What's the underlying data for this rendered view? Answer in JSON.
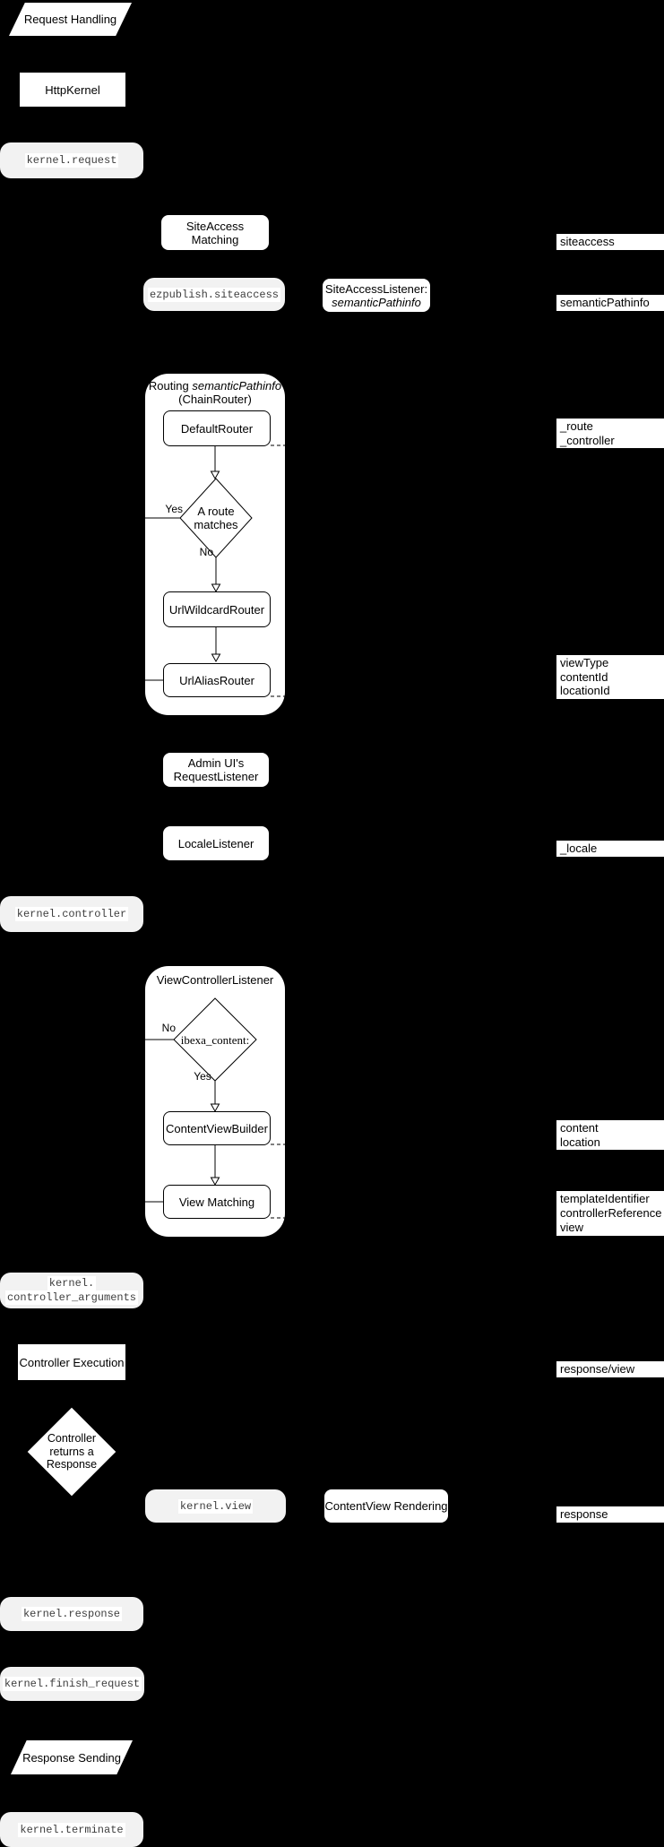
{
  "colors": {
    "background": "#000000",
    "shape_fill": "#ffffff",
    "event_fill": "#f2f2f2",
    "stroke": "#000000"
  },
  "flow": {
    "request_handling": "Request Handling",
    "http_kernel": "HttpKernel",
    "kernel_request": "kernel.request",
    "siteaccess_matching": "SiteAccess Matching",
    "ezpublish_siteaccess": "ezpublish.siteaccess",
    "siteaccess_listener": {
      "line1": "SiteAccessListener:",
      "line2": "semanticPathinfo"
    },
    "routing": {
      "title_text": "Routing",
      "title_italic": "semanticPathinfo",
      "subtitle": "(ChainRouter)",
      "default_router": "DefaultRouter",
      "decision": {
        "line1": "A route",
        "line2": "matches",
        "yes": "Yes",
        "no": "No"
      },
      "url_wildcard_router": "UrlWildcardRouter",
      "url_alias_router": "UrlAliasRouter"
    },
    "admin_request_listener": {
      "line1": "Admin UI's",
      "line2": "RequestListener"
    },
    "locale_listener": "LocaleListener",
    "kernel_controller": "kernel.controller",
    "view_controller_listener": {
      "title": "ViewControllerListener",
      "decision": {
        "label": "ibexa_content:",
        "yes": "Yes",
        "no": "No"
      },
      "content_view_builder": "ContentViewBuilder",
      "view_matching": "View Matching"
    },
    "kernel_controller_arguments": {
      "line1": "kernel.",
      "line2": "controller_arguments"
    },
    "controller_execution": "Controller Execution",
    "controller_returns_response": {
      "line1": "Controller",
      "line2": "returns a",
      "line3": "Response"
    },
    "kernel_view": "kernel.view",
    "content_view_rendering": "ContentView Rendering",
    "kernel_response": "kernel.response",
    "kernel_finish_request": "kernel.finish_request",
    "response_sending": "Response Sending",
    "kernel_terminate": "kernel.terminate"
  },
  "annotations": {
    "siteaccess": "siteaccess",
    "semantic_pathinfo": "semanticPathinfo",
    "route": "_route",
    "controller": "_controller",
    "view_type": "viewType",
    "content_id": "contentId",
    "location_id": "locationId",
    "locale": "_locale",
    "content": "content",
    "location": "location",
    "template_identifier": "templateIdentifier",
    "controller_reference": "controllerReference",
    "view": "view",
    "response_view": "response/view",
    "response": "response"
  }
}
